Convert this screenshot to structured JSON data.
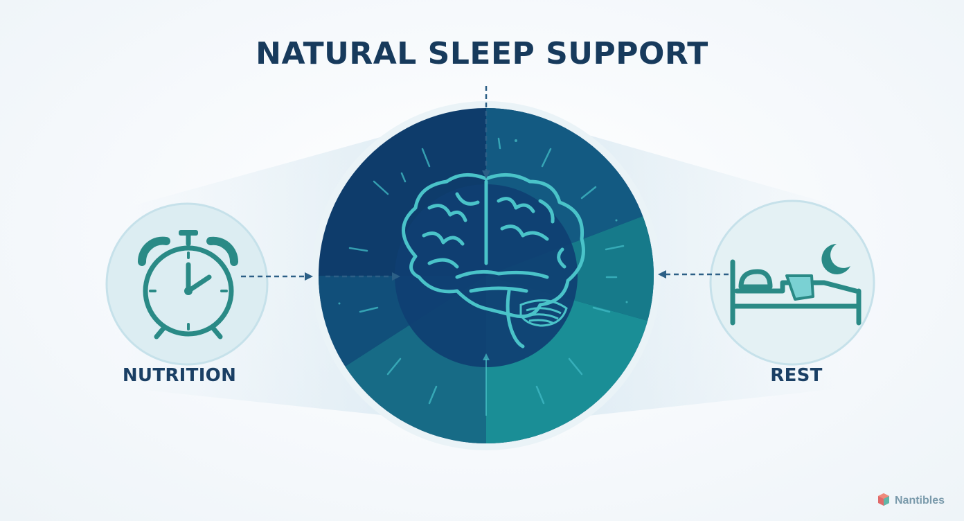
{
  "diagram": {
    "title": "NATURAL SLEEP SUPPORT",
    "left_node": {
      "label": "NUTRITION",
      "icon": "alarm-clock-icon"
    },
    "center_node": {
      "icon": "brain-icon"
    },
    "right_node": {
      "label": "REST",
      "icon": "bed-moon-icon"
    },
    "watermark": "Nantibles"
  },
  "colors": {
    "title": "#173a5c",
    "label": "#1a3f64",
    "center_dark": "#0e3c6b",
    "center_teal": "#1a8e96",
    "icon_teal": "#2a8a86",
    "brain_line": "#4ac3c9",
    "arrow": "#2c5f86",
    "side_circle": "#dcedf2"
  }
}
